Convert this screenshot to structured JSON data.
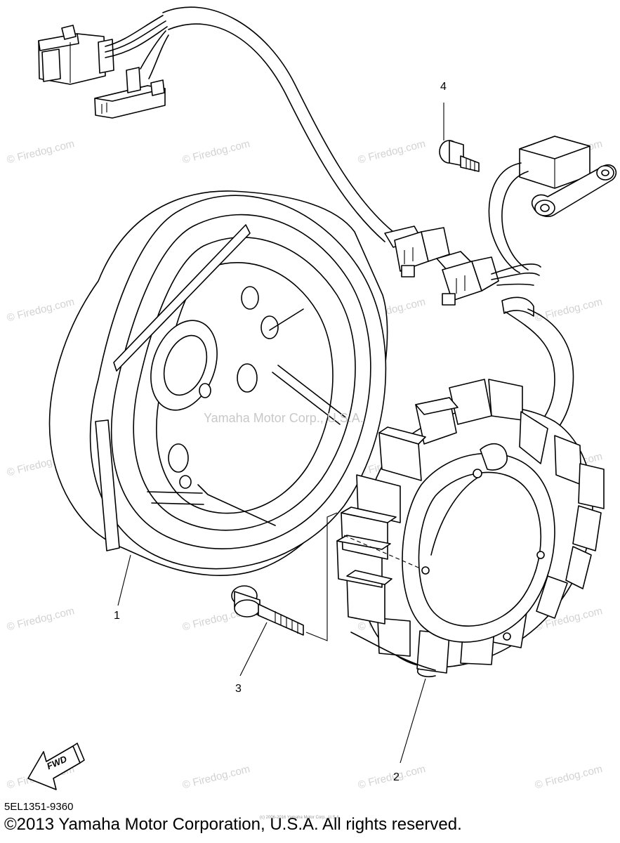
{
  "watermark": "© Firedog.com",
  "center_watermark": "Yamaha Motor Corp., U.S.A.",
  "tiny_note": "(c) 2006-2016 Yamaha Motor Corp., U.S.A.",
  "callouts": {
    "c1": "1",
    "c2": "2",
    "c3": "3",
    "c4": "4"
  },
  "fwd_label": "FWD",
  "part_code": "5EL1351-9360",
  "copyright": "©2013 Yamaha Motor Corporation, U.S.A. All rights reserved."
}
